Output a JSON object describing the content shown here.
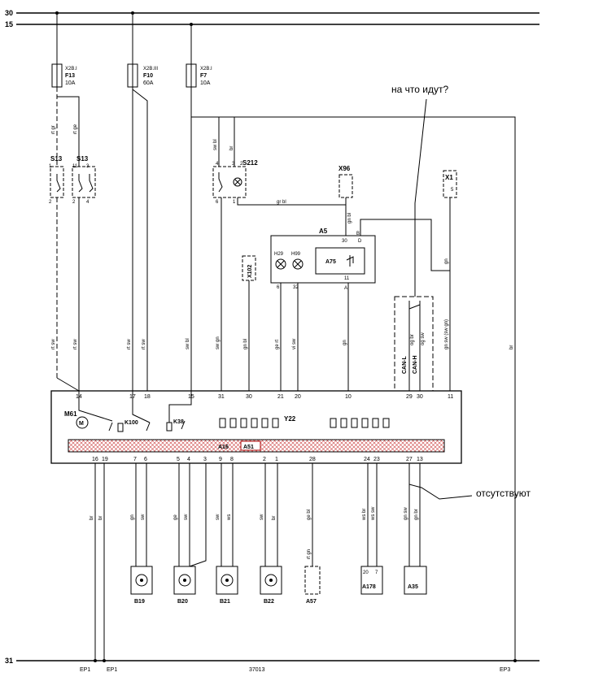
{
  "rails": {
    "top1": "30",
    "top2": "15",
    "bottom": "31"
  },
  "fuses": [
    {
      "conn": "X2B.I",
      "name": "F13",
      "rating": "10A"
    },
    {
      "conn": "X2B.III",
      "name": "F10",
      "rating": "60A"
    },
    {
      "conn": "X2B.I",
      "name": "F7",
      "rating": "10A"
    }
  ],
  "components": {
    "s13a": "S13",
    "s13b": "S13",
    "s212": "S212",
    "x96": "X96",
    "x1": "X1",
    "a5": "A5",
    "h29": "H29",
    "h99": "H99",
    "a75": "A75",
    "x102": "X102",
    "m61": "M61",
    "k100": "K100",
    "k38": "K38",
    "y22": "Y22",
    "a16": "A16",
    "a51": "A51",
    "b19": "B19",
    "b20": "B20",
    "b21": "B21",
    "b22": "B22",
    "a57": "A57",
    "a178": "A178",
    "a35": "A35"
  },
  "wire_labels": {
    "rtgr": "rt gr",
    "rtge": "rt ge",
    "swbl": "sw bl",
    "br": "br",
    "grbl": "gr bl",
    "gnbl": "gn bl",
    "gn": "gn",
    "rtsw1": "rt sw",
    "rtsw2": "rt sw",
    "rtsw3": "rt sw",
    "rtsw4": "rt sw",
    "swbl2": "sw bl",
    "swgn": "sw gn",
    "gnbl2": "gn bl",
    "gert": "ge rt",
    "visw": "vi sw",
    "gn2": "gn",
    "ogbr": "og br",
    "ogsw": "og sw",
    "gnswgn": "gn sw (sw gn)",
    "brright": "br",
    "br16": "br",
    "br19": "br",
    "gn7": "gn",
    "sw6": "sw",
    "ge5": "ge",
    "sw4": "sw",
    "sw9": "sw",
    "ws8": "ws",
    "sw2": "sw",
    "br1": "br",
    "gebl": "ge bl",
    "rtgn": "rt gn",
    "wsbr": "ws br",
    "wssw": "ws sw",
    "gnsw": "gn sw",
    "gnbr": "gn br"
  },
  "pins": {
    "p14": "14",
    "p17": "17",
    "p18": "18",
    "p15": "15",
    "p31": "31",
    "p30": "30",
    "p21": "21",
    "p20": "20",
    "p10": "10",
    "p29": "29",
    "p30b": "30",
    "p11": "11",
    "b16": "16",
    "b19": "19",
    "b7": "7",
    "b6": "6",
    "b5": "5",
    "b4": "4",
    "b3": "3",
    "b9": "9",
    "b8": "8",
    "b2": "2",
    "b1": "1",
    "b28": "28",
    "b24": "24",
    "b23": "23",
    "b27": "27",
    "b13": "13",
    "s13_1": "1",
    "s13_2": "2",
    "s13b_11": "11",
    "s13b_3": "3",
    "s13b_2": "2",
    "s13b_4": "4",
    "s212_4": "4",
    "s212_3": "3",
    "s212_2": "2",
    "s212_6": "6",
    "s212_1": "1",
    "x1_5": "5",
    "a5_30": "30",
    "a5_b": "B",
    "a5_6": "6",
    "a5_32": "32",
    "a5_a": "A",
    "a5_11": "11",
    "a5_d": "D",
    "a178_20": "20",
    "a178_7": "7"
  },
  "can": {
    "l": "CAN-L",
    "h": "CAN-H"
  },
  "grounds": {
    "ep1a": "EP1",
    "ep1b": "EP1",
    "ep3": "EP3"
  },
  "drawing_number": "37013",
  "annotations": {
    "question": "на что идут?",
    "absent": "отсутствуют"
  }
}
